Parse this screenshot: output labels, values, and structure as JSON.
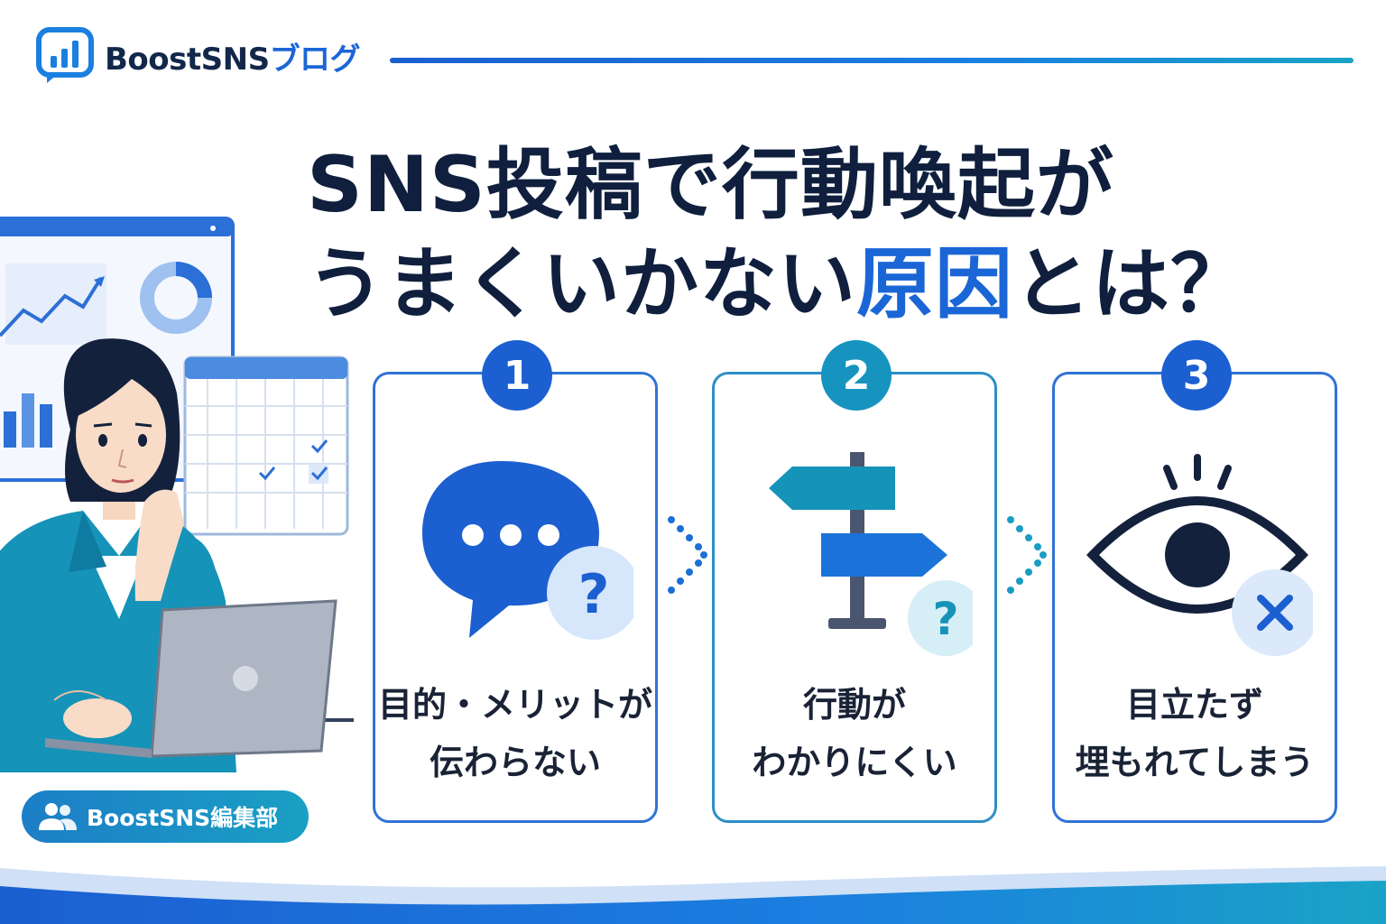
{
  "header": {
    "brand_main": "BoostSNS",
    "brand_accent": "ブログ",
    "logo_icon": "bar-chart-bubble-icon"
  },
  "headline": {
    "line1": "SNS投稿で行動喚起が",
    "line2_before": "うまくいかない",
    "line2_accent": "原因",
    "line2_after": "とは？"
  },
  "colors": {
    "navy": "#0f1f3d",
    "blue": "#1b66d6",
    "teal": "#1aa0c4"
  },
  "cards": [
    {
      "number": "1",
      "icon": "chat-bubble-question-icon",
      "line1": "目的・メリットが",
      "line2": "伝わらない"
    },
    {
      "number": "2",
      "icon": "signpost-question-icon",
      "line1": "行動が",
      "line2": "わかりにくい"
    },
    {
      "number": "3",
      "icon": "eye-cross-icon",
      "line1": "目立たず",
      "line2": "埋もれてしまう"
    }
  ],
  "author": {
    "icon": "users-icon",
    "name": "BoostSNS編集部"
  }
}
